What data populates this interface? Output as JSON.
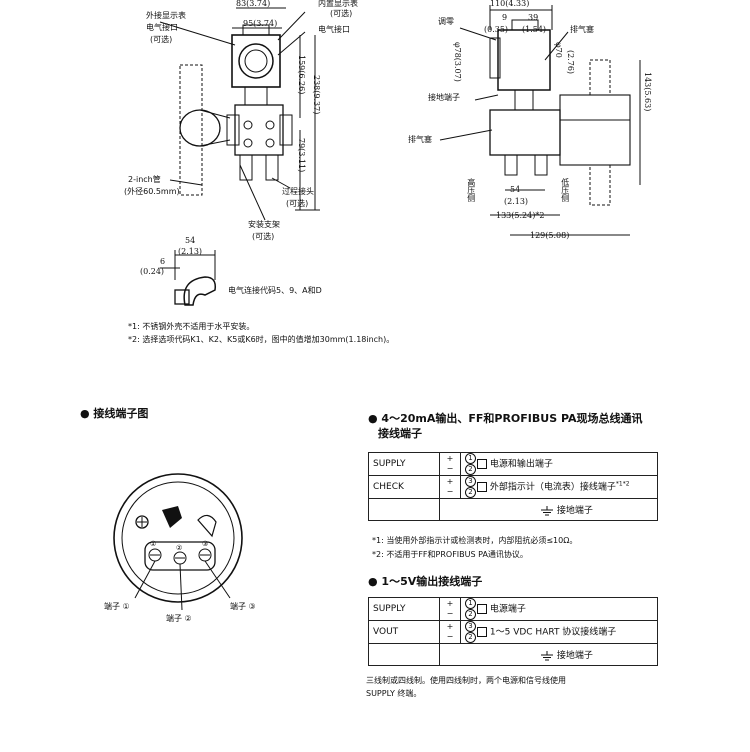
{
  "drawing_left": {
    "dim_top": "83(3.74)",
    "dim_95": "95(3.74)",
    "label_ext_indicator": "外接显示表",
    "label_elec_port": "电气接口",
    "label_optional_1": "(可选)",
    "label_inner_indicator": "内置显示表",
    "label_optional_2": "(可选)",
    "label_elec_port_2": "电气接口",
    "dim_159": "159(6.26)",
    "dim_238": "238(9.37)",
    "dim_79": "79(3.11)",
    "label_pipe": "2-inch管",
    "label_pipe_od": "(外径60.5mm)",
    "label_process_conn": "过程接头",
    "label_optional_3": "(可选)",
    "label_bracket": "安装支架",
    "label_optional_4": "(可选)"
  },
  "drawing_detail": {
    "dim_54": "54",
    "dim_213": "(2.13)",
    "dim_6": "6",
    "dim_024": "(0.24)",
    "caption": "电气连接代码5、9、A和D"
  },
  "drawing_right": {
    "dim_110": "110(4.33)",
    "dim_9": "9",
    "dim_035": "(0.35)",
    "dim_39": "39",
    "dim_154": "(1.54)",
    "label_zero": "调零",
    "label_vent_plug": "排气塞",
    "dim_78": "φ78(3.07)",
    "dim_70": "φ70",
    "dim_276": "(2.76)",
    "dim_143": "143(5.63)",
    "label_ground": "接地端子",
    "label_vent_plug_2": "排气塞",
    "label_high": "高压侧",
    "label_low": "低压侧",
    "dim_54": "54",
    "dim_213": "(2.13)",
    "dim_133": "133(5.24)*2",
    "dim_129": "129(5.08)"
  },
  "notes": {
    "note1": "*1:  不锈钢外壳不适用于水平安装。",
    "note2": "*2:  选择选项代码K1、K2、K5或K6时，图中的值增加30mm(1.18inch)。"
  },
  "terminal_diagram": {
    "title": "● 接线端子图",
    "label_t1": "端子 ①",
    "label_t2": "端子 ②",
    "label_t3": "端子 ③",
    "sym_t1": "①",
    "sym_t2": "②",
    "sym_t3": "③"
  },
  "section1": {
    "title_line1": "● 4～20mA输出、FF和PROFIBUS PA现场总线通讯",
    "title_line2": "接线端子",
    "rows": [
      {
        "label": "SUPPLY",
        "plus": "+",
        "minus": "−",
        "c1": "1",
        "c2": "2",
        "desc": "电源和输出端子"
      },
      {
        "label": "CHECK",
        "plus": "+",
        "minus": "−",
        "c1": "3",
        "c2": "2",
        "desc": "外部指示计（电流表）接线端子",
        "sup": "*1*2"
      },
      {
        "label": "",
        "desc": "接地端子"
      }
    ],
    "note1": "*1:  当使用外部指示计或检测表时，内部阻抗必须≤10Ω。",
    "note2": "*2:  不适用于FF和PROFIBUS PA通讯协议。"
  },
  "section2": {
    "title": "● 1～5V输出接线端子",
    "rows": [
      {
        "label": "SUPPLY",
        "plus": "+",
        "minus": "−",
        "c1": "1",
        "c2": "2",
        "desc": "电源端子"
      },
      {
        "label": "VOUT",
        "plus": "+",
        "minus": "−",
        "c1": "3",
        "c2": "2",
        "desc": "1～5 VDC HART 协议接线端子"
      },
      {
        "label": "",
        "desc": "接地端子"
      }
    ],
    "footnote_line1": "三线制或四线制。使用四线制时，两个电源和信号线使用",
    "footnote_line2": "SUPPLY 终端。"
  }
}
